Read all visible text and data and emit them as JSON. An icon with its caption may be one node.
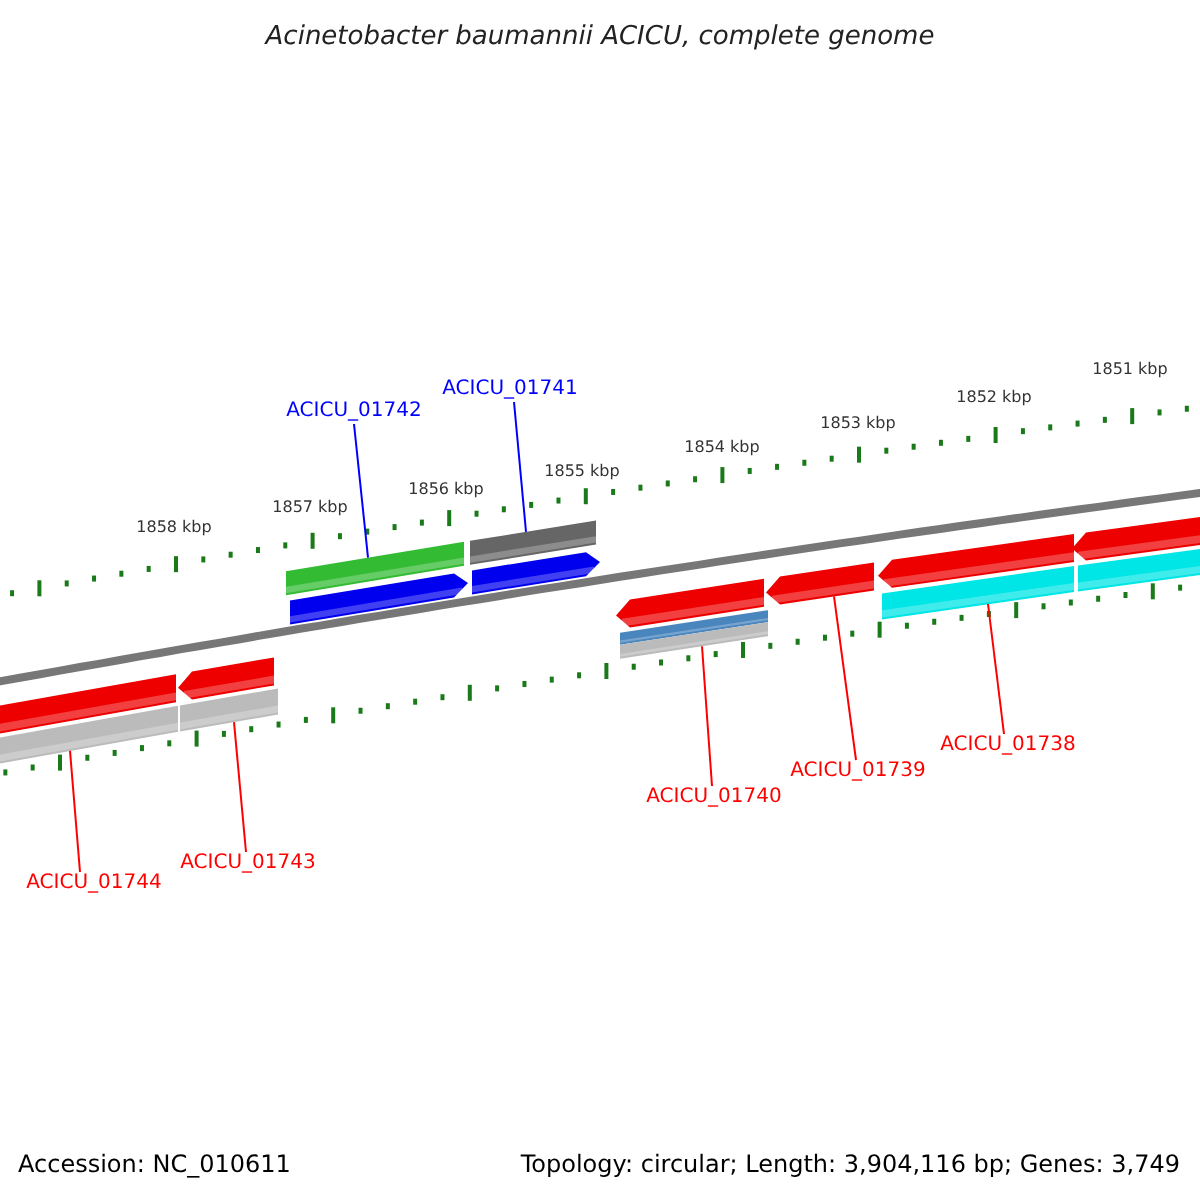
{
  "diagram": {
    "title": "Acinetobacter baumannii ACICU, complete genome",
    "nodes": [
      {
        "text": [
          "ACICU_01742"
        ]
      },
      {
        "text": [
          "ACICU_01741"
        ]
      },
      {
        "text": [
          "ACICU_01744"
        ]
      },
      {
        "text": [
          "ACICU_01743"
        ]
      },
      {
        "text": [
          "ACICU_01740"
        ]
      },
      {
        "text": [
          "ACICU_01739"
        ]
      },
      {
        "text": [
          "ACICU_01738"
        ]
      },
      {
        "text": [],
        "shape": "bar"
      },
      {
        "text": [],
        "shape": "bar"
      },
      {
        "text": [],
        "shape": "bar"
      },
      {
        "text": [],
        "shape": "bar"
      },
      {
        "text": [],
        "shape": "bar"
      },
      {
        "text": [],
        "shape": "bar"
      },
      {
        "text": [],
        "shape": "bar"
      },
      {
        "text": [],
        "shape": "bar"
      }
    ],
    "edges": [
      {
        "from": 0,
        "to": 9,
        "arrow": "none",
        "color": "#0000ff"
      },
      {
        "from": 1,
        "to": 10,
        "arrow": "none",
        "color": "#0000ff"
      },
      {
        "from": 2,
        "to": 7,
        "arrow": "none"
      },
      {
        "from": 3,
        "to": 8,
        "arrow": "none"
      },
      {
        "from": 4,
        "to": 11,
        "arrow": "none"
      },
      {
        "from": 5,
        "to": 12,
        "arrow": "none"
      },
      {
        "from": 6,
        "to": 13,
        "arrow": "none"
      }
    ],
    "labels": [
      "1851 kbp",
      "1852 kbp",
      "1853 kbp",
      "1854 kbp",
      "1855 kbp",
      "1856 kbp",
      "1857 kbp",
      "1858 kbp",
      "Accession: NC_010611",
      "Topology: circular; Length: 3,904,116 bp; Genes: 3,749"
    ]
  }
}
